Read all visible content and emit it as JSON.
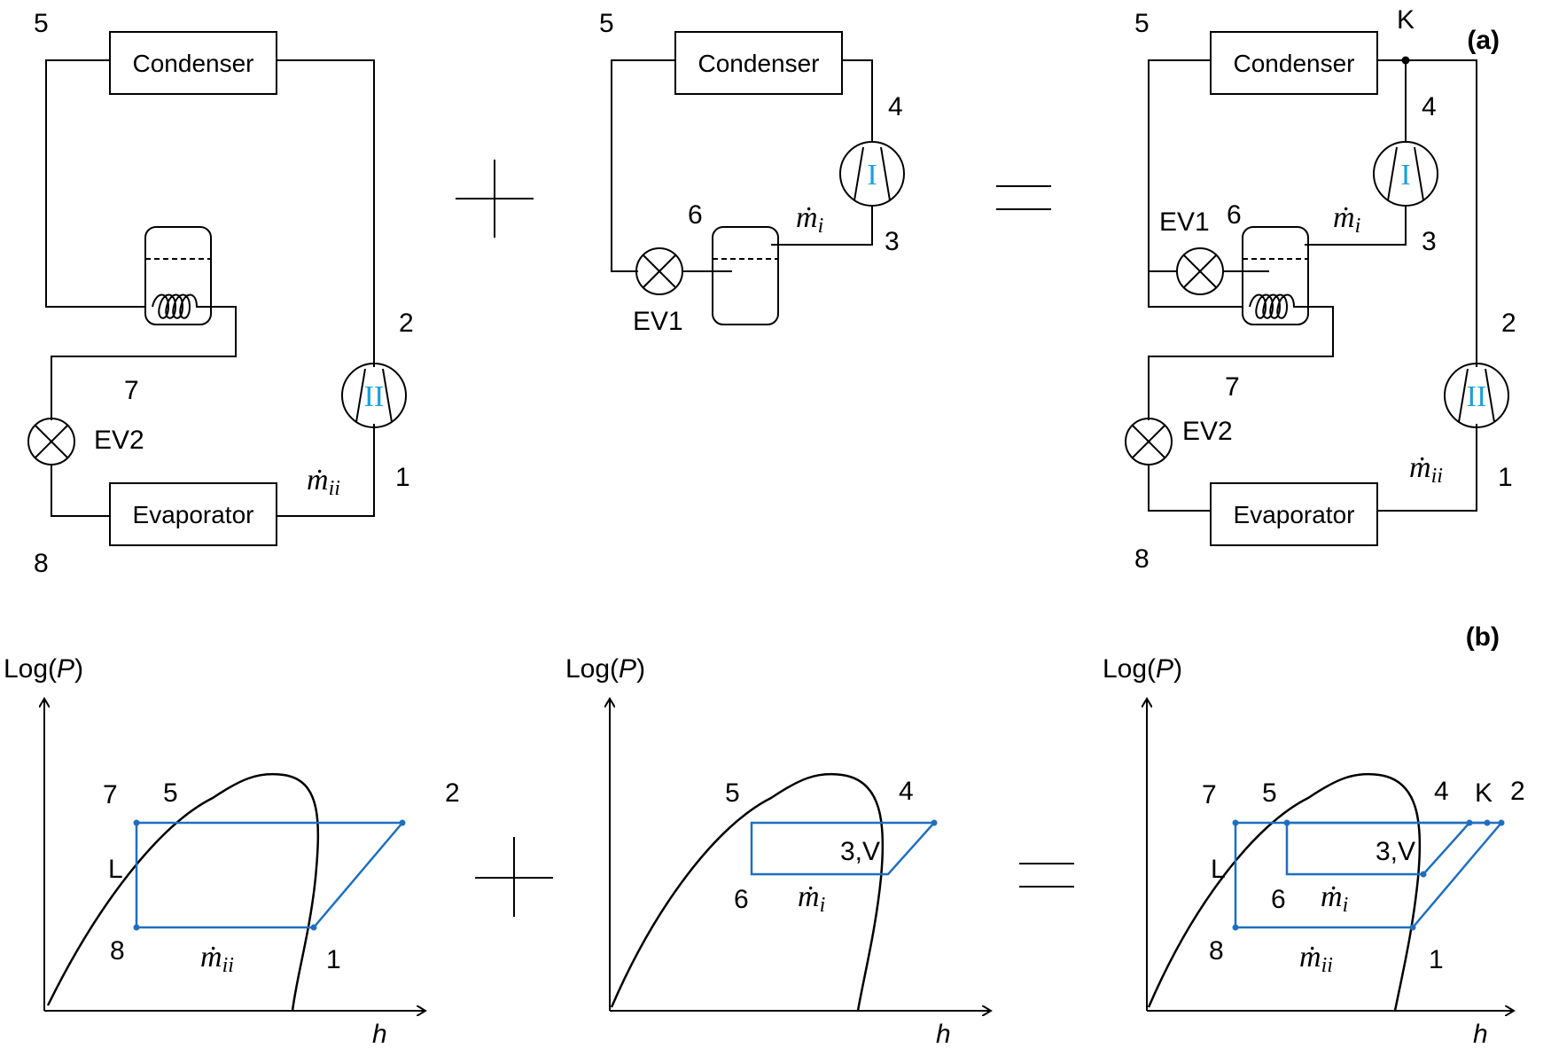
{
  "colors": {
    "line": "#000000",
    "cycle": "#1f6fbf",
    "compressor_label": "#1aa0dc"
  },
  "panels": {
    "a": "(a)",
    "b": "(b)"
  },
  "components": {
    "condenser": "Condenser",
    "evaporator": "Evaporator",
    "ev1": "EV1",
    "ev2": "EV2",
    "compressor_low": "II",
    "compressor_high": "I"
  },
  "states": [
    "1",
    "2",
    "3",
    "4",
    "5",
    "6",
    "7",
    "8"
  ],
  "extra_states": {
    "K": "K",
    "L": "L",
    "three_v": "3,V"
  },
  "mass_flow": {
    "base": "ṁ",
    "sub_ii": "ii",
    "sub_i": "i"
  },
  "axes": {
    "y_pre": "Log(",
    "y_var": "P",
    "y_post": ")",
    "x": "h"
  },
  "operators": {
    "plus": "+",
    "equals": "="
  },
  "icons": [
    "compressor-icon",
    "expansion-valve-icon",
    "flash-tank-icon",
    "coil-icon",
    "junction-dot-icon"
  ]
}
